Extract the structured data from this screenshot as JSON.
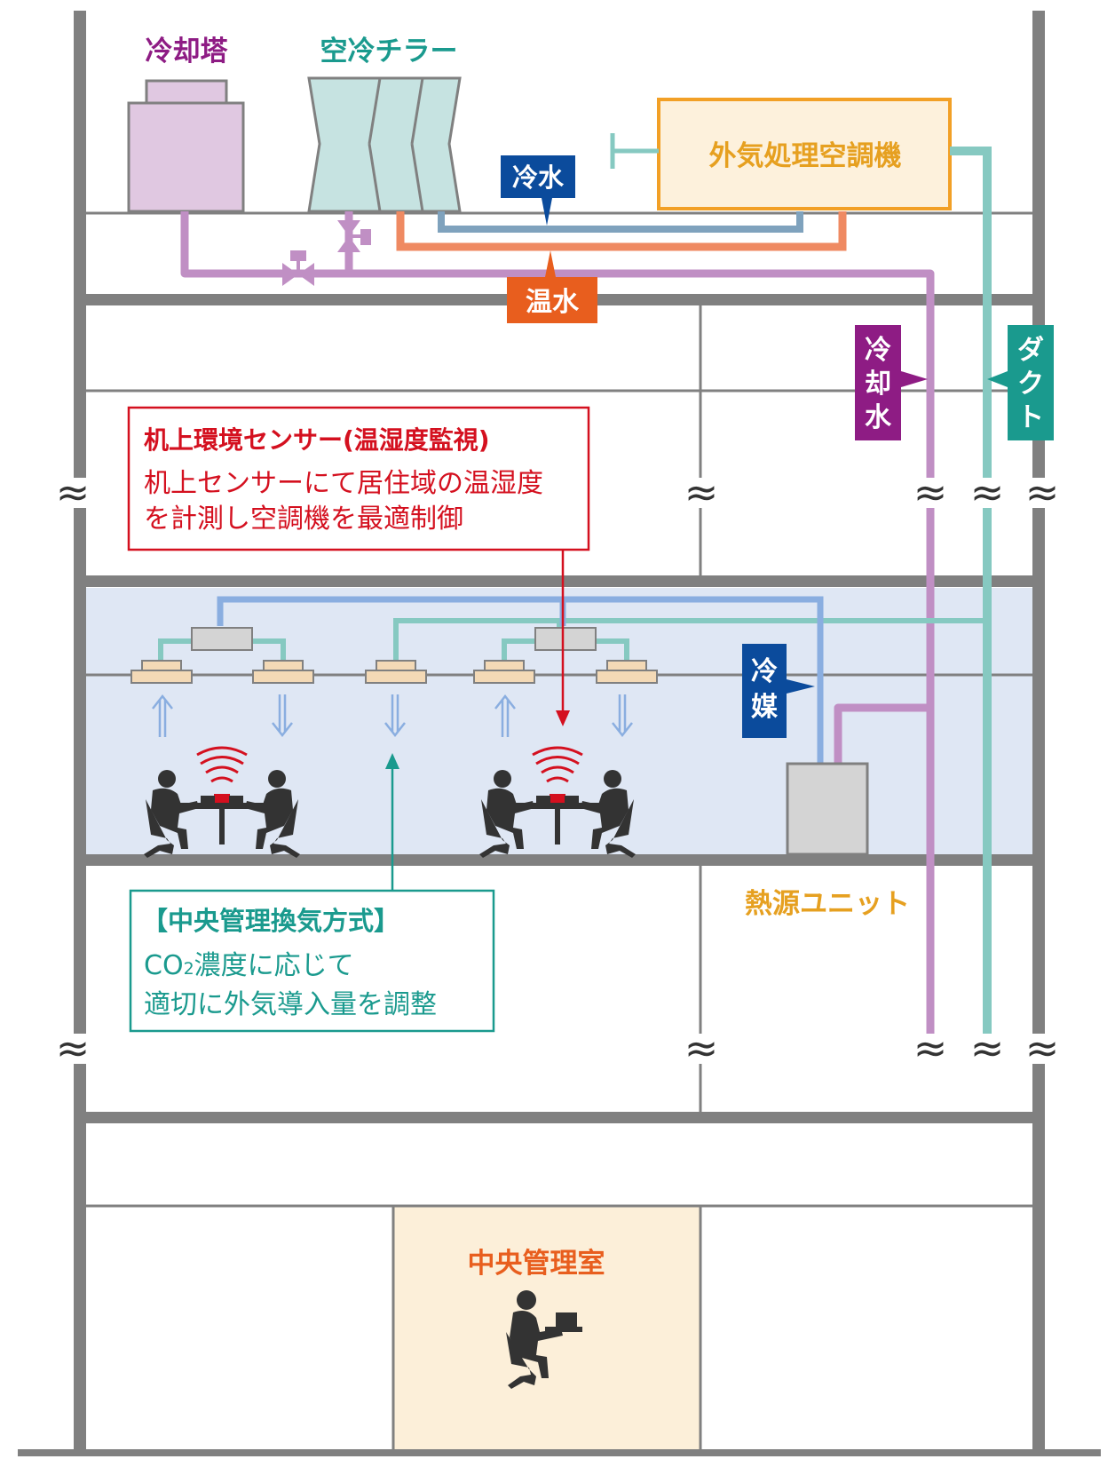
{
  "labels": {
    "cooling_tower": "冷却塔",
    "air_chiller": "空冷チラー",
    "outdoor_air_unit": "外気処理空調機",
    "chilled_water": "冷水",
    "hot_water": "温水",
    "cooling_water_v": [
      "冷",
      "却",
      "水"
    ],
    "duct_v": [
      "ダ",
      "ク",
      "ト"
    ],
    "refrigerant_v": [
      "冷",
      "媒"
    ],
    "heat_source_unit": "熱源ユニット",
    "central_control_room": "中央管理室"
  },
  "callout_sensor": {
    "title": "机上環境センサー(温湿度監視)",
    "line1": "机上センサーにて居住域の温湿度",
    "line2": "を計測し空調機を最適制御"
  },
  "callout_ventilation": {
    "title": "【中央管理換気方式】",
    "line1_prefix": "CO",
    "line1_sub": "2",
    "line1_suffix": "濃度に応じて",
    "line2": "適切に外気導入量を調整"
  },
  "break_symbol": "≈",
  "colors": {
    "structure": "#808080",
    "cooling_water": "#c08fc4",
    "chilled_water": "#7fa2bd",
    "hot_water": "#ef8a62",
    "duct": "#86c9c1",
    "refrigerant": "#8aaee0",
    "purple_label": "#8e1c84",
    "teal_label": "#1a9a8e",
    "blue_label": "#0b4b9c",
    "orange_label": "#e6a020",
    "hot_label": "#e85e1e",
    "red_label": "#d4101f",
    "office_bg": "#dfe7f4",
    "control_room_bg": "#fcefd9"
  }
}
